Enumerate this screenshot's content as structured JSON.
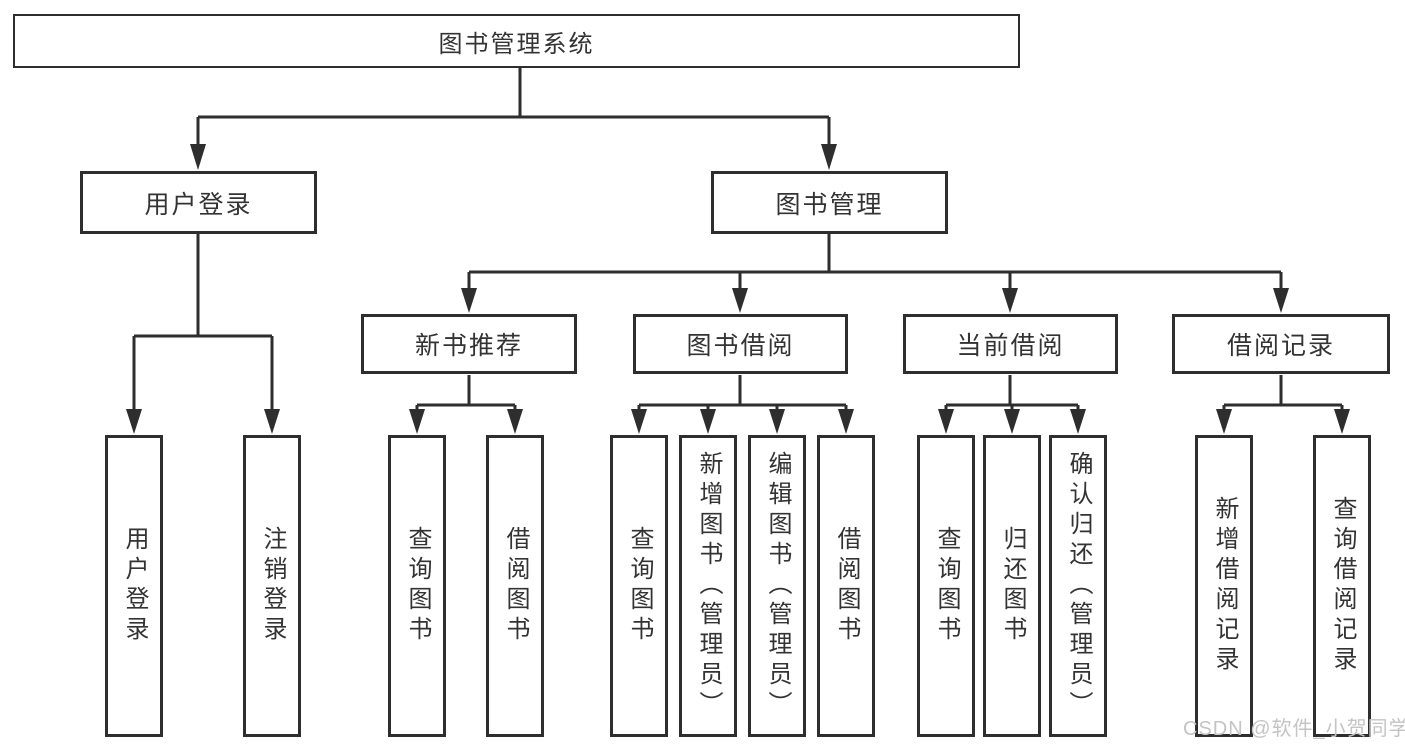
{
  "root": {
    "label": "图书管理系统"
  },
  "branches": [
    {
      "label": "用户登录",
      "children": [
        {
          "label": "用户登录"
        },
        {
          "label": "注销登录"
        }
      ]
    },
    {
      "label": "图书管理",
      "children": [
        {
          "label": "新书推荐",
          "children": [
            {
              "label": "查询图书"
            },
            {
              "label": "借阅图书"
            }
          ]
        },
        {
          "label": "图书借阅",
          "children": [
            {
              "label": "查询图书"
            },
            {
              "label": "新增图书（管理员）"
            },
            {
              "label": "编辑图书（管理员）"
            },
            {
              "label": "借阅图书"
            }
          ]
        },
        {
          "label": "当前借阅",
          "children": [
            {
              "label": "查询图书"
            },
            {
              "label": "归还图书"
            },
            {
              "label": "确认归还（管理员）"
            }
          ]
        },
        {
          "label": "借阅记录",
          "children": [
            {
              "label": "新增借阅记录"
            },
            {
              "label": "查询借阅记录"
            }
          ]
        }
      ]
    }
  ],
  "watermark": "CSDN @软件_小贺同学",
  "colors": {
    "line": "#2e2e2e",
    "text": "#333333",
    "watermark": "#c4c4c4"
  }
}
